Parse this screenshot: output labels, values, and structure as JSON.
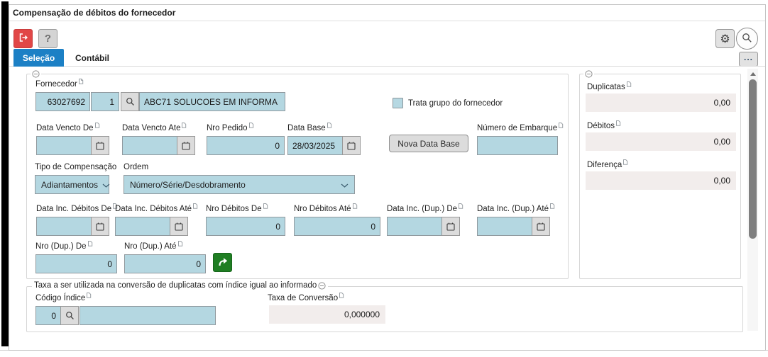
{
  "window": {
    "title": "Compensação de débitos do fornecedor"
  },
  "toolbar": {
    "exit_icon": "exit-door-arrow",
    "help_label": "?",
    "settings_icon": "⚙",
    "search_icon": "magnifier",
    "more_label": "..."
  },
  "tabs": {
    "selecao": "Seleção",
    "contabil": "Contábil"
  },
  "form": {
    "fornecedor": {
      "label": "Fornecedor",
      "code": "63027692",
      "store": "1",
      "name": "ABC71 SOLUCOES EM INFORMA"
    },
    "trata_grupo": {
      "label": "Trata grupo do fornecedor",
      "checked": false
    },
    "data_vencto_de": {
      "label": "Data Vencto De",
      "value": ""
    },
    "data_vencto_ate": {
      "label": "Data Vencto Ate",
      "value": ""
    },
    "nro_pedido": {
      "label": "Nro Pedido",
      "value": "0"
    },
    "data_base": {
      "label": "Data Base",
      "value": "28/03/2025"
    },
    "nova_data_base": {
      "label": "Nova Data Base"
    },
    "numero_embarque": {
      "label": "Número de Embarque",
      "value": ""
    },
    "tipo_compensacao": {
      "label": "Tipo de Compensação",
      "value": "Adiantamentos"
    },
    "ordem": {
      "label": "Ordem",
      "value": "Número/Série/Desdobramento"
    },
    "data_inc_debitos_de": {
      "label": "Data Inc. Débitos De",
      "value": ""
    },
    "data_inc_debitos_ate": {
      "label": "Data Inc. Débitos Até",
      "value": ""
    },
    "nro_debitos_de": {
      "label": "Nro Débitos De",
      "value": "0"
    },
    "nro_debitos_ate": {
      "label": "Nro Débitos Até",
      "value": "0"
    },
    "data_inc_dup_de": {
      "label": "Data Inc. (Dup.) De",
      "value": ""
    },
    "data_inc_dup_ate": {
      "label": "Data Inc. (Dup.) Até",
      "value": ""
    },
    "nro_dup_de": {
      "label": "Nro (Dup.) De",
      "value": "0"
    },
    "nro_dup_ate": {
      "label": "Nro (Dup.) Até",
      "value": "0"
    }
  },
  "totals": {
    "duplicatas": {
      "label": "Duplicatas",
      "value": "0,00"
    },
    "debitos": {
      "label": "Débitos",
      "value": "0,00"
    },
    "diferenca": {
      "label": "Diferença",
      "value": "0,00"
    }
  },
  "taxa": {
    "legend": "Taxa a ser utilizada na conversão de duplicatas com índice igual ao informado",
    "codigo_indice": {
      "label": "Código Índice",
      "value": "0",
      "name": ""
    },
    "taxa_conversao": {
      "label": "Taxa de Conversão",
      "value": "0,000000"
    }
  },
  "colors": {
    "tab_active": "#1c80c5",
    "field_blue": "#b4d7e1",
    "readonly_pink": "#f2edec",
    "exit_red": "#e14747",
    "go_green": "#1f7e23"
  }
}
